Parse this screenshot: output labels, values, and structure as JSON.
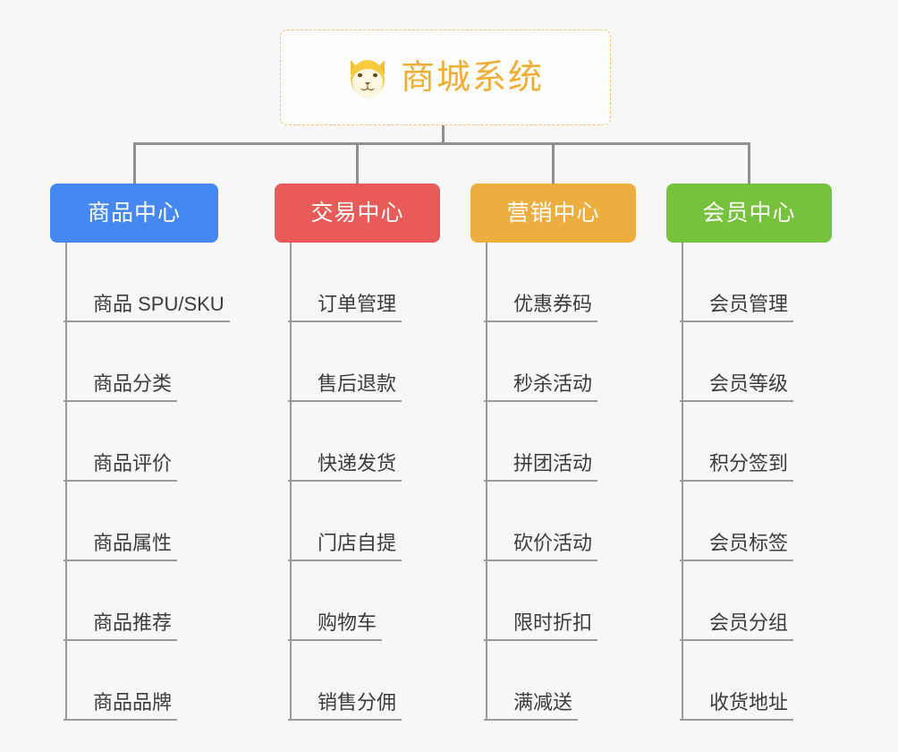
{
  "diagram": {
    "type": "org-tree",
    "background_color": "#f7f7f7",
    "line_color": "#8f8f8f",
    "root": {
      "title": "商城系统",
      "icon": "shiba-dog-face-icon",
      "text_color": "#f0ad34",
      "border_color": "#f0c274",
      "background_color": "#fdfdfd"
    },
    "categories": [
      {
        "label": "商品中心",
        "color": "#4688f1",
        "items": [
          "商品 SPU/SKU",
          "商品分类",
          "商品评价",
          "商品属性",
          "商品推荐",
          "商品品牌"
        ]
      },
      {
        "label": "交易中心",
        "color": "#e85b58",
        "items": [
          "订单管理",
          "售后退款",
          "快递发货",
          "门店自提",
          "购物车",
          "销售分佣"
        ]
      },
      {
        "label": "营销中心",
        "color": "#edae40",
        "items": [
          "优惠券码",
          "秒杀活动",
          "拼团活动",
          "砍价活动",
          "限时折扣",
          "满减送"
        ]
      },
      {
        "label": "会员中心",
        "color": "#76c23c",
        "items": [
          "会员管理",
          "会员等级",
          "积分签到",
          "会员标签",
          "会员分组",
          "收货地址"
        ]
      }
    ]
  }
}
